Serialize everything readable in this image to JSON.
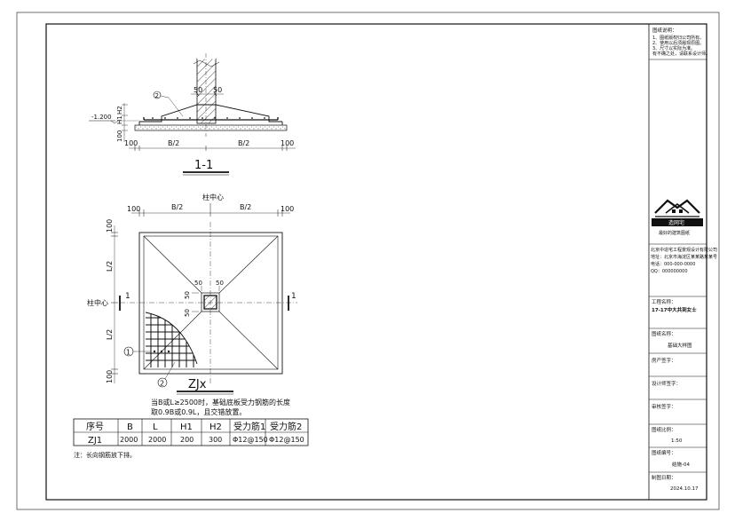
{
  "drawing": {
    "section_label": "1-1",
    "plan_label": "ZJx",
    "elev_label": "-1.200",
    "dim_b2": "B/2",
    "dim_50": "50",
    "dim_100": "100",
    "dim_h1": "H1",
    "dim_h2": "H2",
    "dim_l2": "L/2",
    "column_center": "柱中心",
    "cut_mark": "1",
    "callout_1": "1",
    "callout_2": "2",
    "note_line1": "当B或L≥2500时，基础底板受力钢筋的长度",
    "note_line2": "取0.9B或0.9L，且交错放置。",
    "bottom_note": "注：长向钢筋放下排。"
  },
  "table": {
    "headers": [
      "序号",
      "B",
      "L",
      "H1",
      "H2",
      "受力筋1",
      "受力筋2"
    ],
    "rows": [
      [
        "ZJ1",
        "2000",
        "2000",
        "200",
        "300",
        "Φ12@150",
        "Φ12@150"
      ]
    ]
  },
  "title_block": {
    "notes_title": "图纸说明：",
    "notes": [
      "1、图纸版权归公司所有。",
      "2、使用以后须履现原图。",
      "3、尺寸以实际为准。",
      "有不确之处，请联系设计师。"
    ],
    "logo_name": "造网宅",
    "logo_slogan": "最好的建筑图纸",
    "company_name": "北京中造宅工程景观设计有限公司",
    "address": "地址：北京市海淀区某某路某某号",
    "tel": "电话：000-000-0000",
    "qq": "QQ：000000000",
    "project_label": "工程名称：",
    "project_name": "17-17中大共到女士",
    "drawing_name_label": "图纸名称：",
    "drawing_name": "基础大样图",
    "owner_sign": "房产签字：",
    "designer_sign": "设计师签字：",
    "reviewer_sign": "审核签字：",
    "scale_label": "图纸比例：",
    "scale_value": "1:50",
    "number_label": "图纸编号：",
    "number_value": "结施-04",
    "date_label": "制图日期：",
    "date_value": "2024.10.17"
  }
}
